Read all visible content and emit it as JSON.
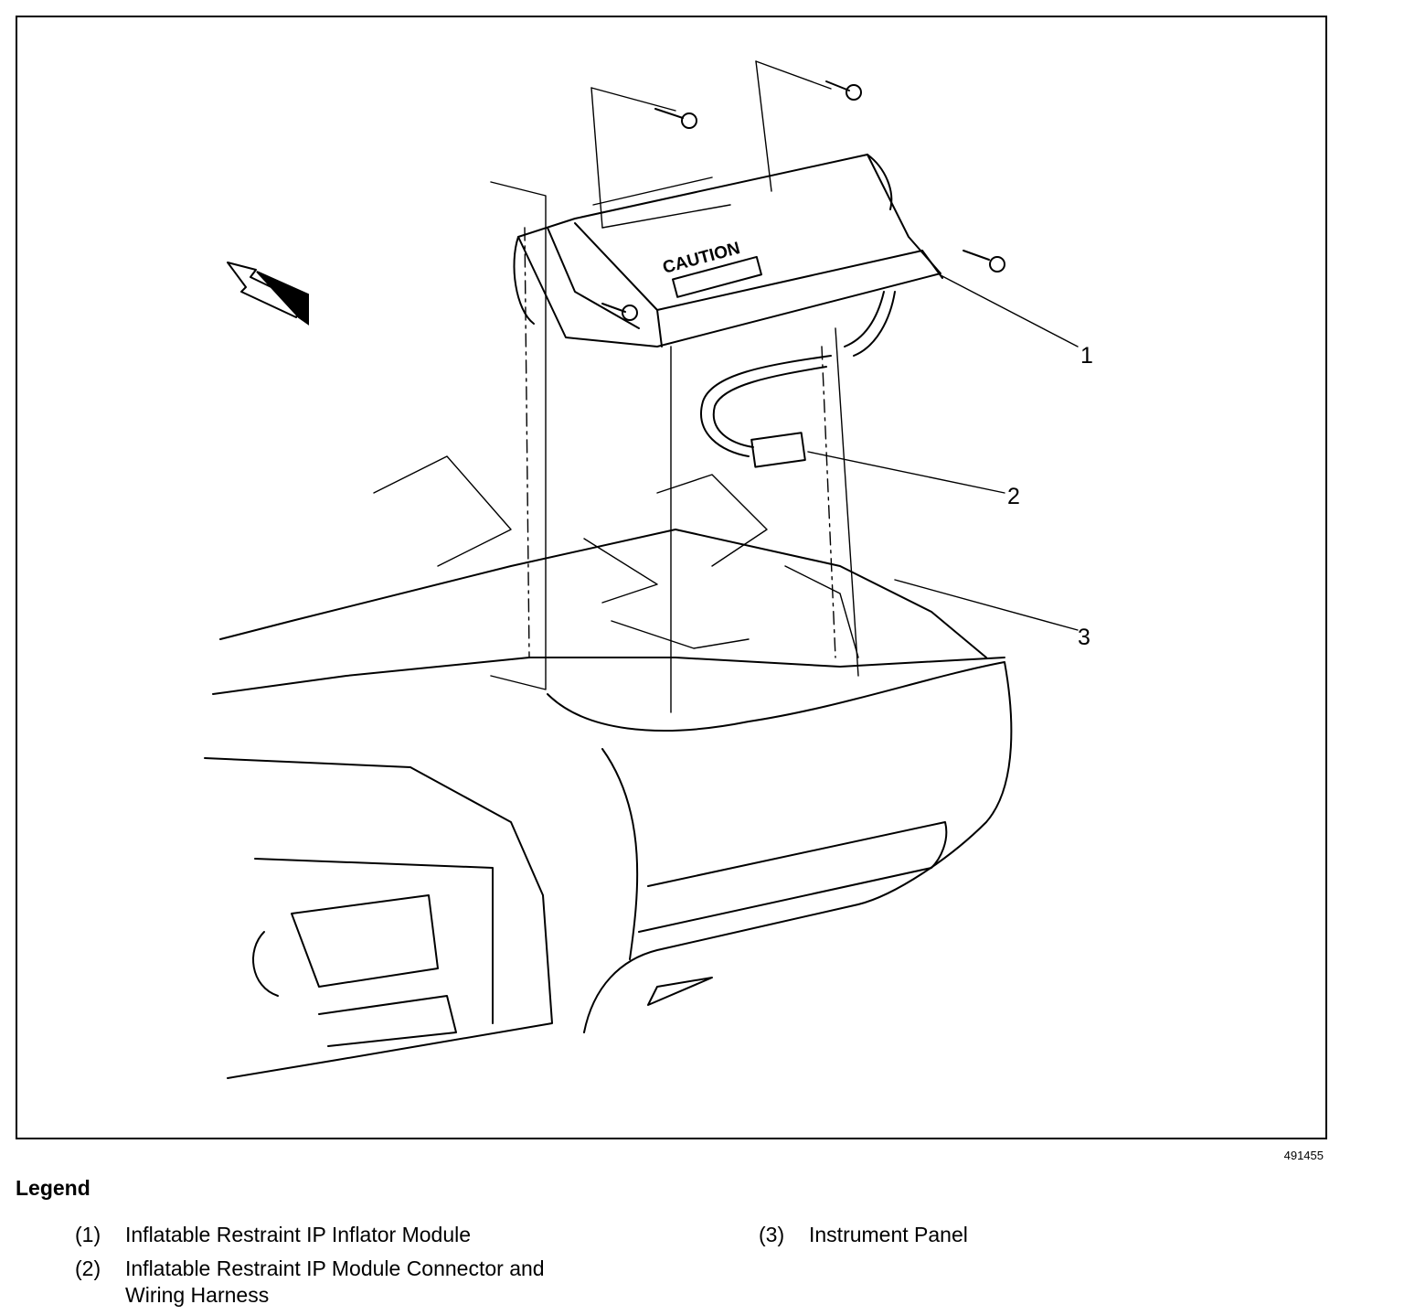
{
  "figure": {
    "id": "491455",
    "caution_label": "CAUTION",
    "callouts": [
      "1",
      "2",
      "3"
    ]
  },
  "legend": {
    "title": "Legend",
    "items": [
      {
        "num": "(1)",
        "text": "Inflatable Restraint IP Inflator Module"
      },
      {
        "num": "(2)",
        "text": "Inflatable Restraint IP Module Connector and Wiring Harness"
      },
      {
        "num": "(3)",
        "text": "Instrument Panel"
      }
    ]
  }
}
